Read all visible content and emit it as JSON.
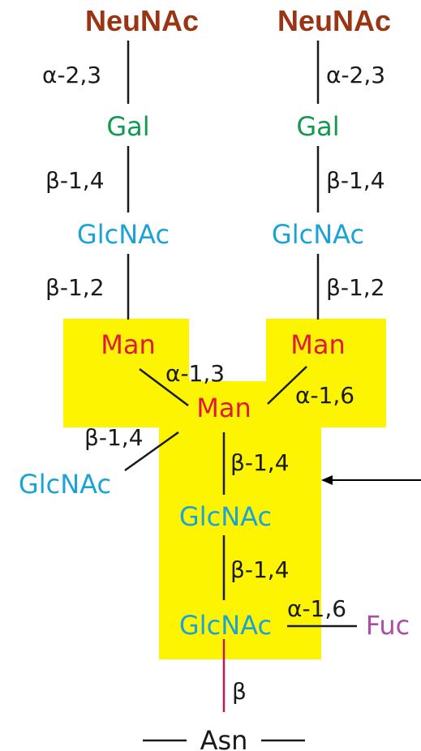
{
  "colors": {
    "neunac": "#9b3412",
    "gal": "#119a4f",
    "glcnac": "#1ba3d8",
    "man": "#e0183c",
    "fuc": "#a94ea6",
    "core_highlight": "#fcf400",
    "bond": "#1a1a1a",
    "asn_bond": "#c2185b"
  },
  "residues": {
    "neunac_left": "NeuNAc",
    "neunac_right": "NeuNAc",
    "gal_left": "Gal",
    "gal_right": "Gal",
    "glcnac_left": "GlcNAc",
    "glcnac_right": "GlcNAc",
    "man_left": "Man",
    "man_right": "Man",
    "man_center": "Man",
    "glcnac_bisect": "GlcNAc",
    "glcnac_core1": "GlcNAc",
    "glcnac_core2": "GlcNAc",
    "fuc": "Fuc",
    "asn": "Asn"
  },
  "linkages": {
    "neu_gal_left": "α-2,3",
    "neu_gal_right": "α-2,3",
    "gal_glcnac_left": "β-1,4",
    "gal_glcnac_right": "β-1,4",
    "glcnac_man_left": "β-1,2",
    "glcnac_man_right": "β-1,2",
    "man_left_center": "α-1,3",
    "man_right_center": "α-1,6",
    "bisect": "β-1,4",
    "center_core1": "β-1,4",
    "core1_core2": "β-1,4",
    "core2_fuc": "α-1,6",
    "core2_asn": "β"
  }
}
